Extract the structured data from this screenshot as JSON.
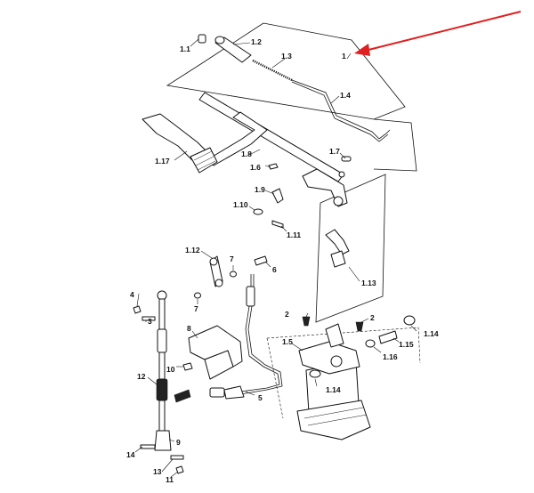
{
  "labels": {
    "p1": "1",
    "p1_1": "1.1",
    "p1_2": "1.2",
    "p1_3": "1.3",
    "p1_4": "1.4",
    "p1_5": "1.5",
    "p1_6": "1.6",
    "p1_7": "1.7",
    "p1_8": "1.8",
    "p1_9": "1.9",
    "p1_10": "1.10",
    "p1_11": "1.11",
    "p1_12": "1.12",
    "p1_13": "1.13",
    "p1_14a": "1.14",
    "p1_14b": "1.14",
    "p1_15": "1.15",
    "p1_16": "1.16",
    "p1_17": "1.17",
    "p2a": "2",
    "p2b": "2",
    "p3": "3",
    "p4": "4",
    "p5": "5",
    "p6": "6",
    "p7a": "7",
    "p7b": "7",
    "p8": "8",
    "p9": "9",
    "p10": "10",
    "p11": "11",
    "p12": "12",
    "p13": "13",
    "p14": "14"
  },
  "colors": {
    "line": "#111111",
    "background": "#ffffff",
    "pointer_arrow": "#e02020"
  }
}
